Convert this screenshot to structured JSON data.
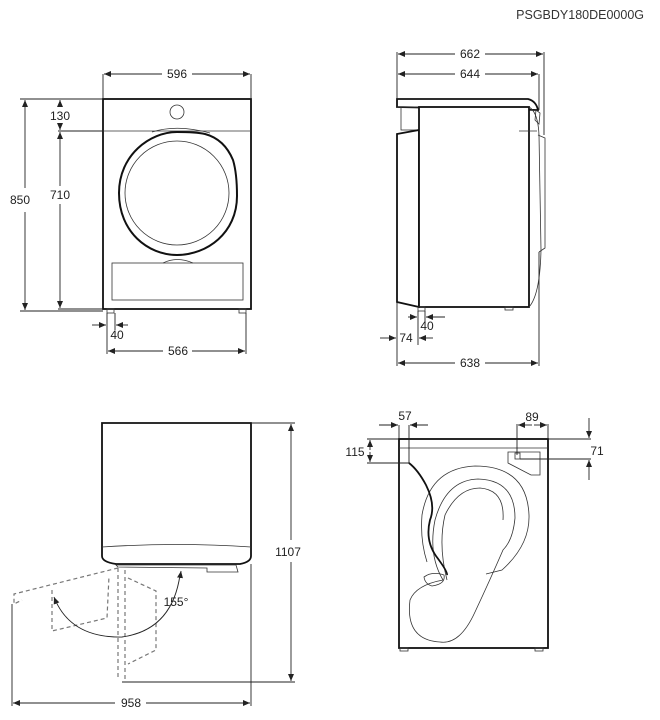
{
  "model_code": "PSGBDY180DE0000G",
  "views": {
    "front": {
      "width": "596",
      "height_total": "850",
      "height_top_panel": "130",
      "height_body": "710",
      "foot_offset": "40",
      "foot_span": "566"
    },
    "side": {
      "depth_total": "662",
      "depth_body": "644",
      "foot_offset": "40",
      "rear_offset": "74",
      "depth_base": "638"
    },
    "top_door_open": {
      "height_with_door": "1107",
      "width_with_door": "958",
      "door_angle": "155°"
    },
    "rear": {
      "cable_offset_side": "57",
      "cable_offset_top": "115",
      "outlet_width": "89",
      "outlet_offset_top": "71"
    }
  }
}
